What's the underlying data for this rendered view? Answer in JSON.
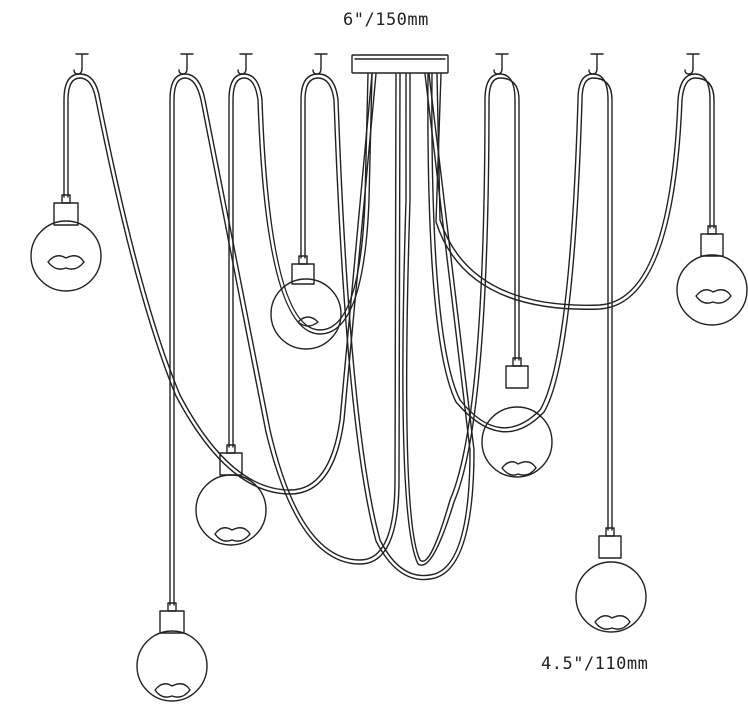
{
  "diagram": {
    "dimensions": {
      "canopy_width": "6\"/150mm",
      "globe_diameter": "4.5\"/110mm"
    },
    "hook_count": 7,
    "pendant_count": 7,
    "line_color": "#222222"
  }
}
